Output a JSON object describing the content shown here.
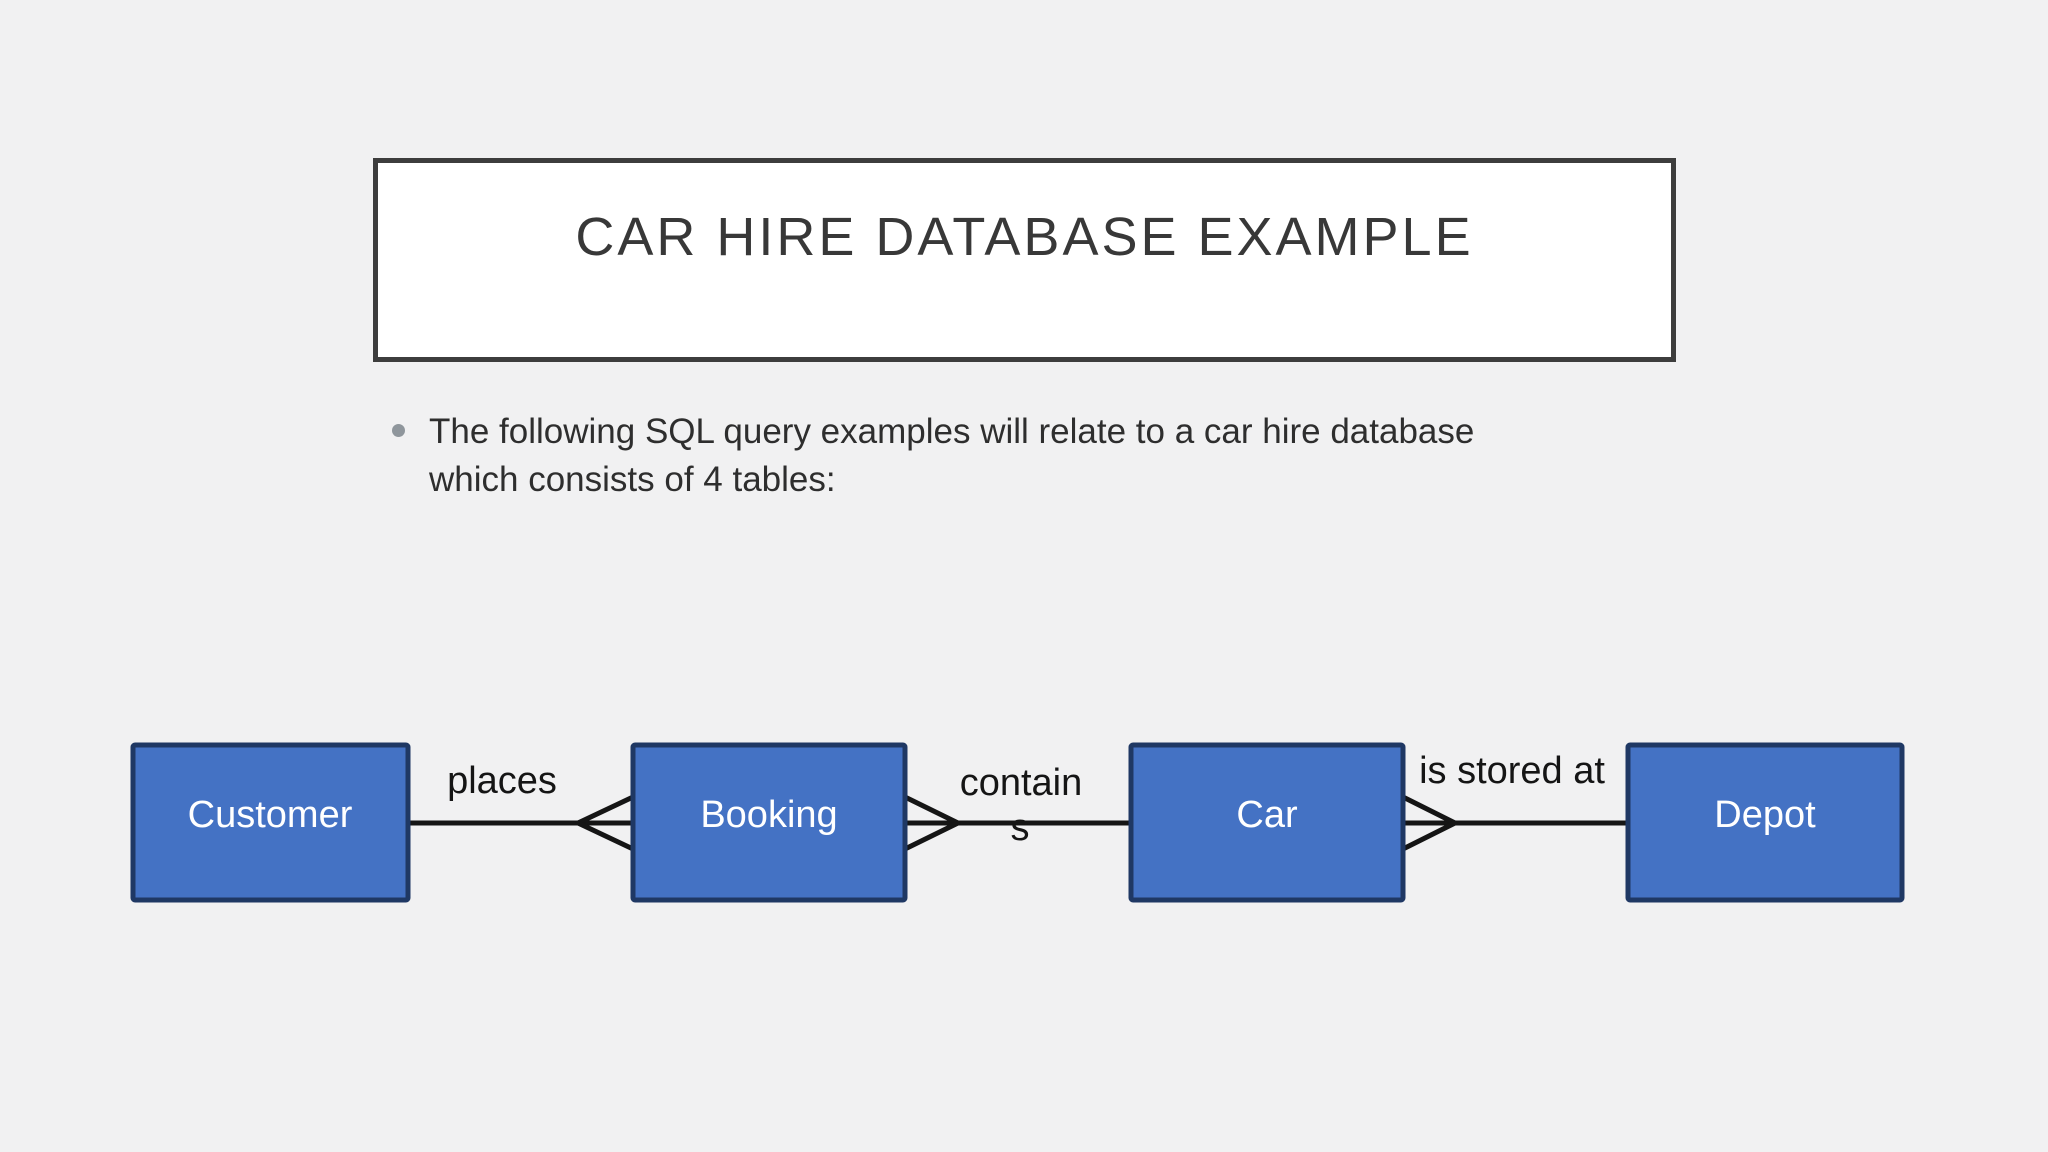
{
  "slide": {
    "background_color": "#f1f1f2",
    "title": "CAR HIRE DATABASE EXAMPLE",
    "bullet": {
      "marker": "bullet-dot",
      "lines": [
        "The following SQL query examples will relate to a car hire database",
        "which consists of 4 tables:"
      ]
    }
  },
  "diagram": {
    "type": "entity-relationship-diagram",
    "notation": "crows-foot",
    "entity_fill_color": "#4472c4",
    "entity_border_color": "#1f3864",
    "line_color": "#151515",
    "entities": [
      {
        "label": "Customer"
      },
      {
        "label": "Booking"
      },
      {
        "label": "Car"
      },
      {
        "label": "Depot"
      }
    ],
    "relationships": [
      {
        "from": "Customer",
        "to": "Booking",
        "label": "places",
        "crow_foot_at": "Booking"
      },
      {
        "from": "Booking",
        "to": "Car",
        "label": "contains",
        "label_line1": "contain",
        "label_line2": "s",
        "crow_foot_at": "Booking"
      },
      {
        "from": "Car",
        "to": "Depot",
        "label": "is stored at",
        "crow_foot_at": "Car"
      }
    ]
  }
}
